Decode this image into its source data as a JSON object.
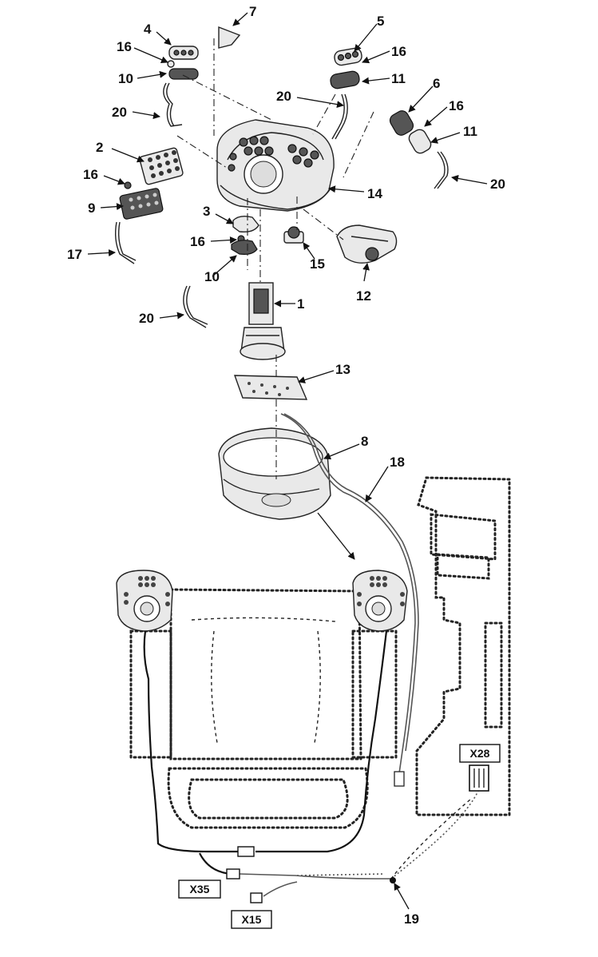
{
  "callouts": {
    "c1": "1",
    "c2": "2",
    "c3": "3",
    "c4": "4",
    "c5": "5",
    "c6": "6",
    "c7": "7",
    "c8": "8",
    "c9": "9",
    "c10a": "10",
    "c10b": "10",
    "c11a": "11",
    "c11b": "11",
    "c12": "12",
    "c13": "13",
    "c14": "14",
    "c15": "15",
    "c16a": "16",
    "c16b": "16",
    "c16c": "16",
    "c16d": "16",
    "c16e": "16",
    "c17": "17",
    "c18": "18",
    "c19": "19",
    "c20a": "20",
    "c20b": "20",
    "c20c": "20",
    "c20d": "20"
  },
  "connectors": {
    "x28": "X28",
    "x35": "X35",
    "x15": "X15"
  }
}
